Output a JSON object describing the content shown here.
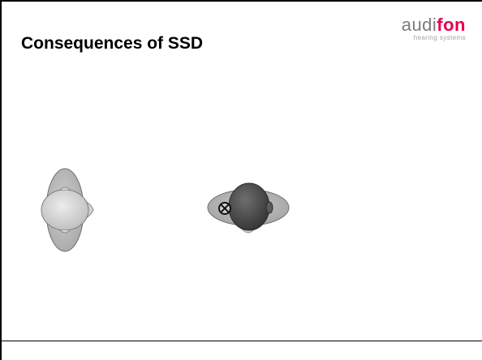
{
  "slide": {
    "title": "Consequences of SSD"
  },
  "logo": {
    "word_part_a": "audi",
    "word_part_b": "fon",
    "tagline": "hearing systems"
  },
  "figures": {
    "left": {
      "icon": "head-hearing-field-icon"
    },
    "right": {
      "icon": "head-one-sided-hearing-icon"
    }
  },
  "colors": {
    "brand_red": "#e5004f",
    "logo_gray": "#7c7c7c",
    "field_gray": "#b4b4b4",
    "head_light": "#e0e0e0",
    "head_dark": "#505050"
  }
}
